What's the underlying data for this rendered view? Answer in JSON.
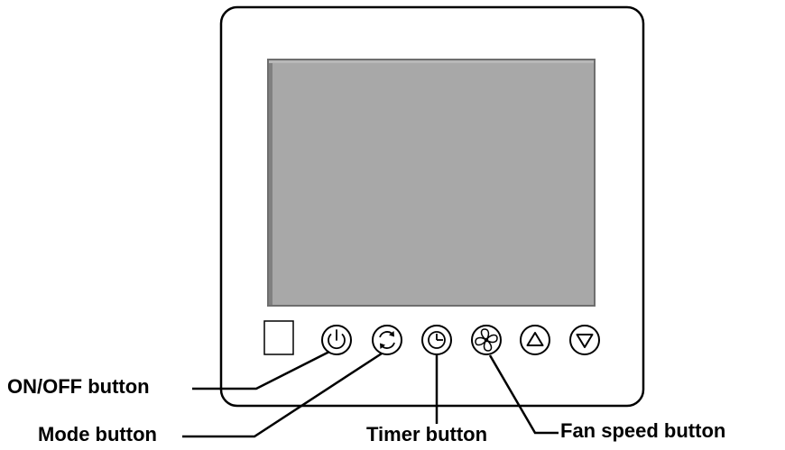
{
  "labels": {
    "on_off": "ON/OFF button",
    "mode": "Mode button",
    "timer": "Timer button",
    "fan_speed": "Fan speed button"
  },
  "controls": [
    {
      "name": "power-button",
      "icon": "power-icon"
    },
    {
      "name": "mode-button",
      "icon": "cycle-arrows-icon"
    },
    {
      "name": "timer-button",
      "icon": "clock-icon"
    },
    {
      "name": "fan-speed-button",
      "icon": "fan-icon"
    },
    {
      "name": "up-button",
      "icon": "triangle-up-icon"
    },
    {
      "name": "down-button",
      "icon": "triangle-down-icon"
    }
  ],
  "colors": {
    "screen_fill": "#a8a8a8",
    "screen_border": "#6e6e6e",
    "stroke": "#000000",
    "background": "#ffffff"
  }
}
